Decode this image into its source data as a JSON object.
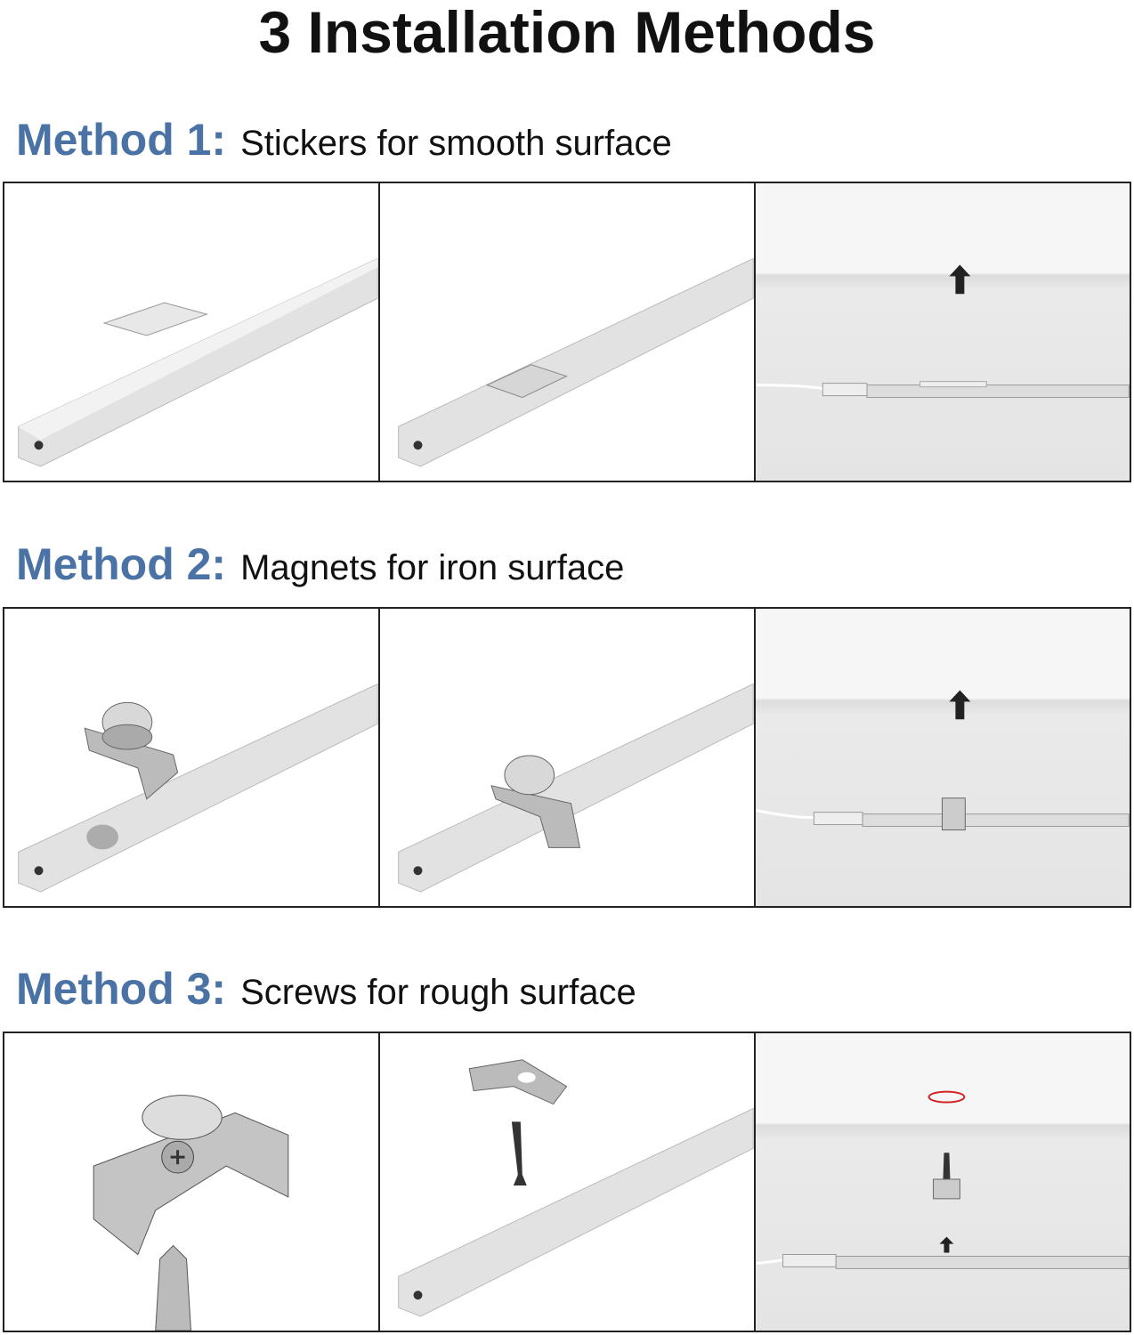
{
  "title": "3 Installation Methods",
  "methods": [
    {
      "label": "Method 1:",
      "description": "Stickers for smooth surface"
    },
    {
      "label": "Method 2:",
      "description": "Magnets for iron surface"
    },
    {
      "label": "Method 3:",
      "description": "Screws for rough surface"
    }
  ],
  "colors": {
    "accent": "#4a72a4",
    "border": "#222222",
    "red_mark": "#d22222"
  }
}
